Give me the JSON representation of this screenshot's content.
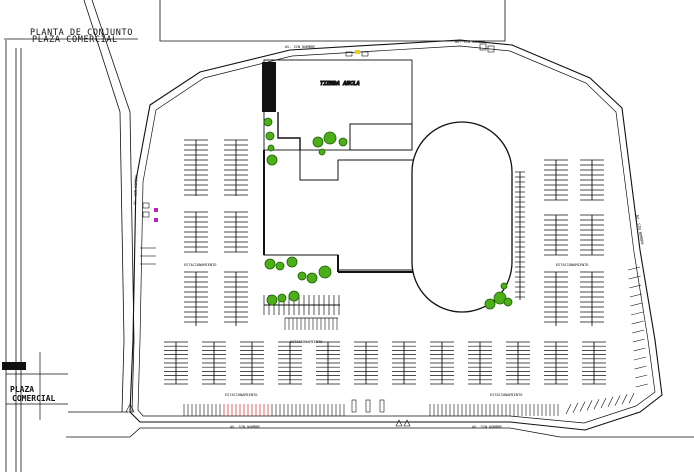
{
  "drawing": {
    "title_line1": "PLANTA DE CONJUNTO",
    "title_line2": "PLAZA COMERCIAL",
    "stamp_line1": "PLAZA",
    "stamp_line2": "COMERCIAL",
    "center_name": "TIENDA ANCLA"
  },
  "labels": {
    "road_top_left": "AV. SIN NOMBRE",
    "road_top_right": "AV. SIN NOMBRE",
    "road_left": "AV. SIN NOMBRE",
    "road_right": "AV. SIN NOMBRE",
    "road_bottom_left": "AV. SIN NOMBRE",
    "road_bottom_right": "AV. SIN NOMBRE",
    "parking_left": "ESTACIONAMIENTO",
    "parking_right": "ESTACIONAMIENTO",
    "parking_center": "ESTACIONAMIENTO",
    "parking_bottom_left": "ESTACIONAMIENTO",
    "parking_bottom_right": "ESTACIONAMIENTO"
  },
  "colors": {
    "line": "#111111",
    "tree_fill": "#4caf1a",
    "tree_stroke": "#1d5e05",
    "accent_red": "#e02020",
    "accent_magenta": "#c020c0",
    "accent_yellow": "#e8d21a"
  }
}
